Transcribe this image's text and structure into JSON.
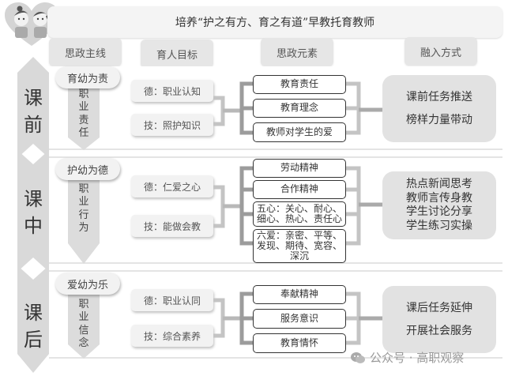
{
  "title": "培养“护之有方、育之有道”早教托育教师",
  "column_headers": {
    "mainline": "思政主线",
    "goals": "育人目标",
    "elements": "思政元素",
    "methods": "融入方式"
  },
  "phases": [
    {
      "phase": [
        "课",
        "前"
      ],
      "theme": "育幼为责",
      "focus": [
        "职",
        "业",
        "责",
        "任"
      ],
      "goals": [
        "德：职业认知",
        "技：照护知识"
      ],
      "elements": [
        "教育责任",
        "教育理念",
        "教师对学生的爱"
      ],
      "methods": [
        "课前任务推送",
        "榜样力量带动"
      ]
    },
    {
      "phase": [
        "课",
        "中"
      ],
      "theme": "护幼为德",
      "focus": [
        "职",
        "业",
        "行",
        "为"
      ],
      "goals": [
        "德：仁爱之心",
        "技：能做会教"
      ],
      "elements": [
        "劳动精神",
        "合作精神",
        "五心：关心、耐心、细心、热心、责任心",
        "六爱：亲密、平等、发现、期待、宽容、深沉"
      ],
      "methods": [
        "热点新闻思考",
        "教师言传身教",
        "学生讨论分享",
        "学生练习实操"
      ]
    },
    {
      "phase": [
        "课",
        "后"
      ],
      "theme": "爱幼为乐",
      "focus": [
        "职",
        "业",
        "信",
        "念"
      ],
      "goals": [
        "德：职业认同",
        "技：综合素养"
      ],
      "elements": [
        "奉献精神",
        "服务意识",
        "教育情怀"
      ],
      "methods": [
        "课后任务延伸",
        "开展社会服务"
      ]
    }
  ],
  "watermark": "公众号 · 高职观察",
  "colors": {
    "panel_gray": "#e2e2e2",
    "connector": "#b8b8b8",
    "connector_dark": "#9a9a9a",
    "heart": "#d9d9d9"
  }
}
